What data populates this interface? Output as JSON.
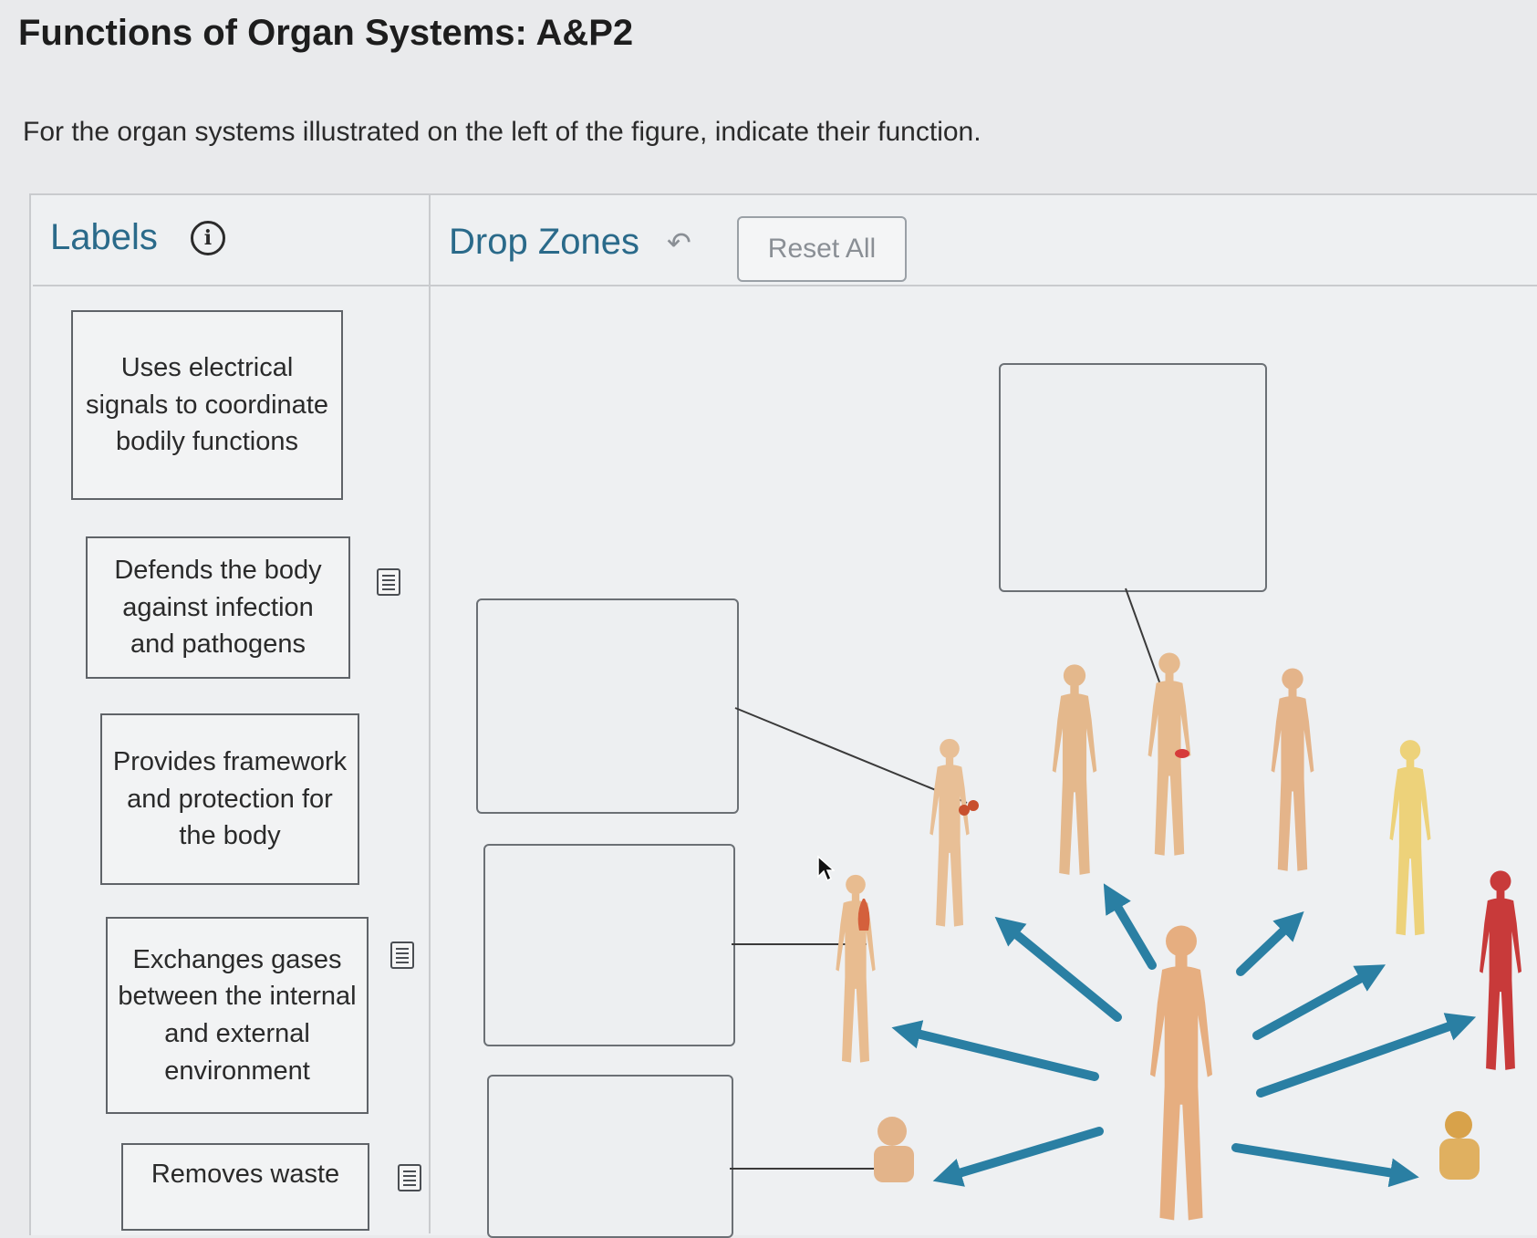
{
  "page": {
    "title": "Functions of Organ Systems: A&P2",
    "instructions": "For the organ systems illustrated on the left of the figure, indicate their function."
  },
  "labels_panel": {
    "title": "Labels",
    "info_icon": "info-icon",
    "items": [
      {
        "text": "Uses electrical signals to coordinate bodily functions",
        "has_hint": false
      },
      {
        "text": "Defends the body against infection and pathogens",
        "has_hint": true
      },
      {
        "text": "Provides framework and protection for the body",
        "has_hint": false
      },
      {
        "text": "Exchanges gases between the internal and external environment",
        "has_hint": true
      },
      {
        "text": "Removes waste",
        "has_hint": true
      }
    ]
  },
  "drop_zones_panel": {
    "title": "Drop Zones",
    "undo_icon": "undo-arrow-icon",
    "reset_label": "Reset All",
    "zones": [
      {
        "name": "drop-zone-top-right"
      },
      {
        "name": "drop-zone-left-1"
      },
      {
        "name": "drop-zone-left-2"
      },
      {
        "name": "drop-zone-left-3"
      }
    ]
  },
  "figure": {
    "subjects": [
      "reproductive-female",
      "urinary",
      "lymphatic",
      "reproductive-male",
      "integumentary",
      "skeletal",
      "respiratory",
      "muscular",
      "digestive",
      "nervous"
    ],
    "arrow_color": "#2a7fa3",
    "skin_color": "#e9b98a"
  }
}
